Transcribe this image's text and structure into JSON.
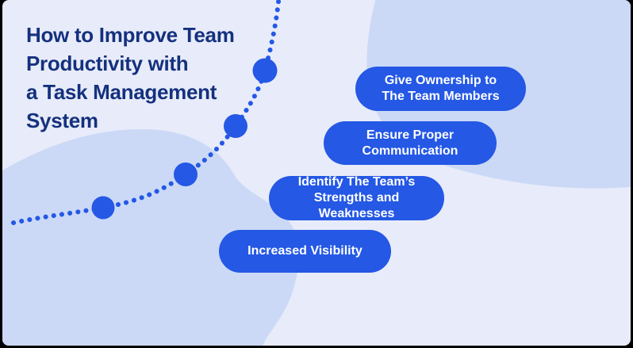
{
  "title": {
    "lines": [
      "How to Improve Team",
      "Productivity with",
      "a Task Management",
      "System"
    ]
  },
  "steps": [
    {
      "label": "Give Ownership to\nThe Team Members"
    },
    {
      "label": "Ensure Proper\nCommunication"
    },
    {
      "label": "Identify The Team’s\nStrengths and Weaknesses"
    },
    {
      "label": "Increased Visibility"
    }
  ],
  "colors": {
    "background": "#E8EBF9",
    "blob": "#CBD9F7",
    "accent": "#2458E5",
    "title_text": "#14317E",
    "pill_text": "#FFFFFF"
  }
}
